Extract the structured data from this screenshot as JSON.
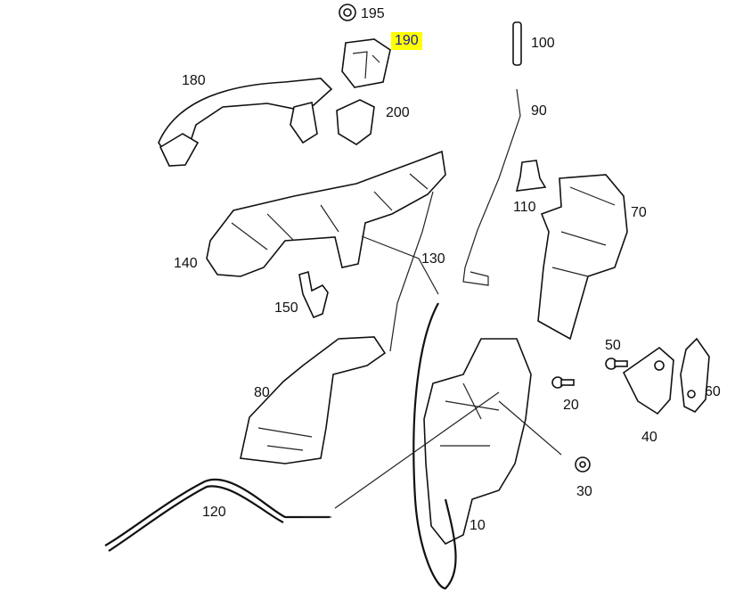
{
  "diagram": {
    "title": "Door handle and lock assembly parts",
    "highlight_color": "#ffff00",
    "parts": [
      {
        "id": "195",
        "label": "195"
      },
      {
        "id": "190",
        "label": "190",
        "highlighted": true
      },
      {
        "id": "100",
        "label": "100"
      },
      {
        "id": "180",
        "label": "180"
      },
      {
        "id": "200",
        "label": "200"
      },
      {
        "id": "90",
        "label": "90"
      },
      {
        "id": "110",
        "label": "110"
      },
      {
        "id": "70",
        "label": "70"
      },
      {
        "id": "140",
        "label": "140"
      },
      {
        "id": "130",
        "label": "130"
      },
      {
        "id": "150",
        "label": "150"
      },
      {
        "id": "50",
        "label": "50"
      },
      {
        "id": "80",
        "label": "80"
      },
      {
        "id": "20",
        "label": "20"
      },
      {
        "id": "60",
        "label": "60"
      },
      {
        "id": "40",
        "label": "40"
      },
      {
        "id": "30",
        "label": "30"
      },
      {
        "id": "120",
        "label": "120"
      },
      {
        "id": "10",
        "label": "10"
      }
    ]
  }
}
